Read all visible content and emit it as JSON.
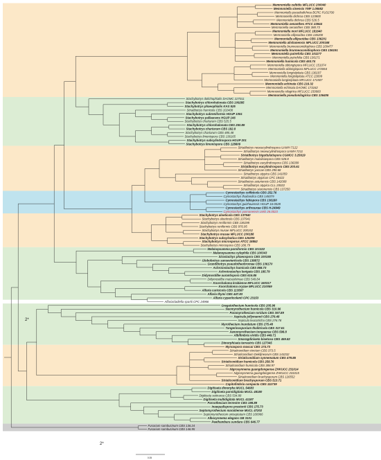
{
  "colors": {
    "orange_band": "#fce8c8",
    "green_band": "#dcedd4",
    "blue_band": "#bfe3ee",
    "gray_band": "#cfcfcf",
    "branch": "#222222",
    "new_taxon": "#e8272b"
  },
  "node_marks": [
    "2*",
    "2*"
  ],
  "scale_label": "0.05",
  "support_values": [],
  "leaves": [
    {
      "label": "Memnoniella celtidis MFLUCC 200040",
      "bold": true,
      "band": "orange"
    },
    {
      "label": "Memnoniella sinensis YMF 1.05582",
      "bold": true,
      "band": "orange"
    },
    {
      "label": "Memnoniella pseudodichroa BCRC FU31700",
      "bold": false,
      "band": "orange"
    },
    {
      "label": "Memnoniella dichroa CBS 123800",
      "bold": false,
      "band": "orange"
    },
    {
      "label": "Memnoniella dichroa CBS 526.5",
      "bold": false,
      "band": "orange"
    },
    {
      "label": "Memnoniella oenanthes ATCC 22844",
      "bold": true,
      "band": "orange"
    },
    {
      "label": "Memnoniella oenanthes CBS 388.73",
      "bold": false,
      "band": "orange"
    },
    {
      "label": "Memnoniella mori MFLUCC 181640",
      "bold": true,
      "band": "orange"
    },
    {
      "label": "Memnoniella ellipsoidea CBS 136200",
      "bold": false,
      "band": "orange"
    },
    {
      "label": "Memnoniella ellipsoidea CBS 136201",
      "bold": true,
      "band": "orange"
    },
    {
      "label": "Memnoniella alishanensis MFLUCC 200168",
      "bold": true,
      "band": "orange"
    },
    {
      "label": "Memnoniella brunneoconidiophora CBS 109477",
      "bold": false,
      "band": "orange"
    },
    {
      "label": "Memnoniella brunneoconidiophora CBS 136191",
      "bold": true,
      "band": "orange"
    },
    {
      "label": "Memnoniella putrefolia CBS 101177",
      "bold": true,
      "band": "orange"
    },
    {
      "label": "Memnoniella putrefolia CBS 136171",
      "bold": false,
      "band": "orange"
    },
    {
      "label": "Memnoniella humicola CBS 463.74",
      "bold": true,
      "band": "orange"
    },
    {
      "label": "Memnoniella oblongispora MFLUCC 151074",
      "bold": false,
      "band": "orange"
    },
    {
      "label": "Memnoniella oblongispora MFLUCC 172064",
      "bold": false,
      "band": "orange"
    },
    {
      "label": "Memnoniella longistipitata CBS 136197",
      "bold": false,
      "band": "orange"
    },
    {
      "label": "Memnoniella longistipitata ATCC 22699",
      "bold": false,
      "band": "orange"
    },
    {
      "label": "Memnoniella longistipitata MFLUCC 171507",
      "bold": false,
      "band": "orange"
    },
    {
      "label": "Memnoniella echinata CBS 216.32",
      "bold": true,
      "band": "orange"
    },
    {
      "label": "Memnoniella echinata DAOMC 173162",
      "bold": false,
      "band": "orange"
    },
    {
      "label": "Memnoniella nilagirica MFLUCC 150660",
      "bold": false,
      "band": "orange"
    },
    {
      "label": "Memnoniella pseudonilagirica CBS 136405",
      "bold": true,
      "band": "orange"
    },
    {
      "label": "Stachybotrys dolichophialis DAOMC 227011",
      "bold": false,
      "band": "green"
    },
    {
      "label": "Stachybotrys chlorohalonata CBS 109285",
      "bold": true,
      "band": "green"
    },
    {
      "label": "Stachybotrys phaeophialis KAS 525",
      "bold": true,
      "band": "green"
    },
    {
      "label": "Striatibotrys humicola CBS 102408",
      "bold": false,
      "band": "green"
    },
    {
      "label": "Stachybotrys subreniformis HGUP 1051",
      "bold": true,
      "band": "green"
    },
    {
      "label": "Stachybotrys palleacens HGUP 146",
      "bold": true,
      "band": "green"
    },
    {
      "label": "Stachybotrys chartarum CBS 525.5",
      "bold": false,
      "band": "green"
    },
    {
      "label": "Stachybotrys chlorohalonata CBS 250.89",
      "bold": true,
      "band": "green"
    },
    {
      "label": "Stachybotrys chartarum CBS 182.8",
      "bold": true,
      "band": "green"
    },
    {
      "label": "Stachybotrys chartarum CBS 485.48",
      "bold": false,
      "band": "green"
    },
    {
      "label": "Stachybotrys limonispora CBS 136165",
      "bold": false,
      "band": "green"
    },
    {
      "label": "Stachybotrys subcylindrospora HGUP 201",
      "bold": true,
      "band": "green"
    },
    {
      "label": "Stachybotrys limonispora CBS 128809",
      "bold": true,
      "band": "green"
    },
    {
      "label": "Striatibotrys neoeucylindrospora UAMH 7122",
      "bold": false,
      "band": "orange"
    },
    {
      "label": "Striatibotrys neoeucylindrospora UAMH 7211",
      "bold": false,
      "band": "orange"
    },
    {
      "label": "Striatibotrys biguttulatispora CGMCC 3.25619",
      "bold": true,
      "band": "orange"
    },
    {
      "label": "Striatibotrys malaiisiaspora CBS 528.8",
      "bold": false,
      "band": "orange"
    },
    {
      "label": "Striatibotrys eucylindrospora CBS 136399",
      "bold": false,
      "band": "orange"
    },
    {
      "label": "Striatibotrys eucylindrospora CBS 203.61",
      "bold": true,
      "band": "orange"
    },
    {
      "label": "Striatibotrys yuccae CBS 290.68",
      "bold": false,
      "band": "orange"
    },
    {
      "label": "Striatibotrys atypica CBS 141059",
      "bold": false,
      "band": "orange"
    },
    {
      "label": "Striatibotrys atypicus CFC 18422",
      "bold": false,
      "band": "orange"
    },
    {
      "label": "Striatibotrys asturiensis CBS 142008",
      "bold": false,
      "band": "orange"
    },
    {
      "label": "Striatibotrys atypica CLL 20022",
      "bold": false,
      "band": "orange"
    },
    {
      "label": "Striatibotrys siaronensis CBS 137250",
      "bold": false,
      "band": "orange"
    },
    {
      "label": "Cymostachys coffeicola CBS 252.76",
      "bold": true,
      "band": "blue"
    },
    {
      "label": "Cymostachys thailandica CBS 145079",
      "bold": false,
      "band": "blue"
    },
    {
      "label": "Cymostachys fabispora CBS 136180",
      "bold": true,
      "band": "blue"
    },
    {
      "label": "Cymostachys guizhouensis HGUP 16-0028",
      "bold": false,
      "band": "blue"
    },
    {
      "label": "Cymostachys arthrauxae CBS H-24949",
      "bold": true,
      "band": "blue"
    },
    {
      "label": "Cymostachys yunnanensis LWD 26.0023",
      "bold": false,
      "band": "blue",
      "new": true
    },
    {
      "label": "Stachybotrys aloeticola CBS 137940",
      "bold": true,
      "band": "orange"
    },
    {
      "label": "Stachybotrys aloeticola CBS 137941",
      "bold": false,
      "band": "orange"
    },
    {
      "label": "Stachybotrys reniformis CBS 136198",
      "bold": false,
      "band": "orange"
    },
    {
      "label": "Stachybotrys reniformis CBS 976.95",
      "bold": false,
      "band": "orange"
    },
    {
      "label": "Stachybotrys musae MFLUCC 200152",
      "bold": false,
      "band": "orange"
    },
    {
      "label": "Stachybotrys musae MFLUCC 200188",
      "bold": true,
      "band": "orange"
    },
    {
      "label": "Stachybotrys subsylvatica CBS 126205",
      "bold": true,
      "band": "orange"
    },
    {
      "label": "Stachybotrys microsporus ATCC 18852",
      "bold": true,
      "band": "orange"
    },
    {
      "label": "Stachybotrys microspora CBS 186.79",
      "bold": false,
      "band": "orange"
    },
    {
      "label": "Melanopsamma pomiformis CBS 101322",
      "bold": true,
      "band": "green"
    },
    {
      "label": "Melanopsamma xylophila CBS 100343",
      "bold": true,
      "band": "green"
    },
    {
      "label": "Sirastachys phaeospora CBS 100155",
      "bold": true,
      "band": "green"
    },
    {
      "label": "Globobotrys sansevieriicola CBS 138872",
      "bold": true,
      "band": "green"
    },
    {
      "label": "Grandibotrys pseudotheobromae CBS 136170",
      "bold": true,
      "band": "green"
    },
    {
      "label": "Achroiostachys humicola CBS 868.73",
      "bold": true,
      "band": "green"
    },
    {
      "label": "Achroiostachys levigata CBS 185.79",
      "bold": true,
      "band": "green"
    },
    {
      "label": "Didymostilbe aurantispora CBS 616.85",
      "bold": true,
      "band": "green"
    },
    {
      "label": "Didymostilbe matsushimae CBS 549.84",
      "bold": false,
      "band": "green"
    },
    {
      "label": "Koorchaloma krabiense MFLUCC 160317",
      "bold": true,
      "band": "green"
    },
    {
      "label": "Koorchaloma oryzae MFLUCC 210059",
      "bold": true,
      "band": "green"
    },
    {
      "label": "Alfaria caricicola CBS 113567",
      "bold": true,
      "band": "green"
    },
    {
      "label": "Alfaria thymi CBS 447.83",
      "bold": true,
      "band": "green"
    },
    {
      "label": "Alfaria cyperiicolenti CPC 23153",
      "bold": true,
      "band": "green"
    },
    {
      "label": "Alfariacladiella spartii CPC 24966",
      "bold": false,
      "band": "none"
    },
    {
      "label": "Gregatothecium humicola CBS 205.96",
      "bold": true,
      "band": "green"
    },
    {
      "label": "Neomyrothecium humicola CBS 310.96",
      "bold": true,
      "band": "green"
    },
    {
      "label": "Paramyrothecium roridum CBS 357.89",
      "bold": true,
      "band": "green"
    },
    {
      "label": "Xepicula jollymannii CBS 276.48",
      "bold": true,
      "band": "green"
    },
    {
      "label": "Xepicula leucotricha CBS 276.78",
      "bold": false,
      "band": "green"
    },
    {
      "label": "Myrothecium inundatum CBS 275.48",
      "bold": true,
      "band": "green"
    },
    {
      "label": "Tangerinosporium thalitricola CBS 317.61",
      "bold": true,
      "band": "green"
    },
    {
      "label": "Xenomyrothecium tongaense CBS 598.8",
      "bold": true,
      "band": "green"
    },
    {
      "label": "Albifimbria viridis CBS 449.71",
      "bold": true,
      "band": "green"
    },
    {
      "label": "Smaragdiniseta bisetosa CBS 459.82",
      "bold": true,
      "band": "green"
    },
    {
      "label": "Dimorphiseta terrestris CBS 127345",
      "bold": true,
      "band": "green"
    },
    {
      "label": "Myrxaspora mascai CBS 174.73",
      "bold": true,
      "band": "orange"
    },
    {
      "label": "Striaticonidium cinctum CBS 373.5",
      "bold": false,
      "band": "orange"
    },
    {
      "label": "Striaticonidium Deklijnearum CBS 143232",
      "bold": false,
      "band": "orange"
    },
    {
      "label": "Striaticonidium synnematum CBS 479.85",
      "bold": true,
      "band": "orange"
    },
    {
      "label": "Striaticonidium humicola CBS 258.76",
      "bold": true,
      "band": "orange"
    },
    {
      "label": "Striaticonidium humicola CBS 388.97",
      "bold": false,
      "band": "orange"
    },
    {
      "label": "Nigrosynnema guangdongense ZHKUCC 231014",
      "bold": true,
      "band": "orange"
    },
    {
      "label": "Nigrosynnema guangdongense ZHKUCC 231015",
      "bold": false,
      "band": "orange"
    },
    {
      "label": "Striaticonidium brachysporum CBS 126552",
      "bold": false,
      "band": "orange"
    },
    {
      "label": "Striaticonidium brachysporum CBS 513.71",
      "bold": true,
      "band": "orange"
    },
    {
      "label": "Capitofimbria compacta CBS 111739",
      "bold": true,
      "band": "orange"
    },
    {
      "label": "Digitiseta dimorpha MUCL 54683",
      "bold": true,
      "band": "green"
    },
    {
      "label": "Digitiseta parvidigitata MUCL 48180",
      "bold": true,
      "band": "green"
    },
    {
      "label": "Digitiseta setinaroa CBS 534.88",
      "bold": false,
      "band": "green"
    },
    {
      "label": "Digitiseta multidigitata MUCL 41187",
      "bold": true,
      "band": "green"
    },
    {
      "label": "Parvothecium terrestre CBS 198.89",
      "bold": true,
      "band": "green"
    },
    {
      "label": "Inaequalispora prestonii CBS 175.73",
      "bold": true,
      "band": "green"
    },
    {
      "label": "Septomyrothecium maraitiense MUCL 47202",
      "bold": true,
      "band": "green"
    },
    {
      "label": "Septomyrothecium uniseptatum CBS 100966",
      "bold": false,
      "band": "green"
    },
    {
      "label": "Alboxynnema elegans GB 3101",
      "bold": true,
      "band": "green"
    },
    {
      "label": "Peethambara sundara CBS 646.77",
      "bold": true,
      "band": "green"
    },
    {
      "label": "Fusarium sambucinum CBS 136.24",
      "bold": false,
      "band": "gray"
    },
    {
      "label": "Fusarium sambucinum CBS 146.95",
      "bold": false,
      "band": "gray"
    }
  ]
}
